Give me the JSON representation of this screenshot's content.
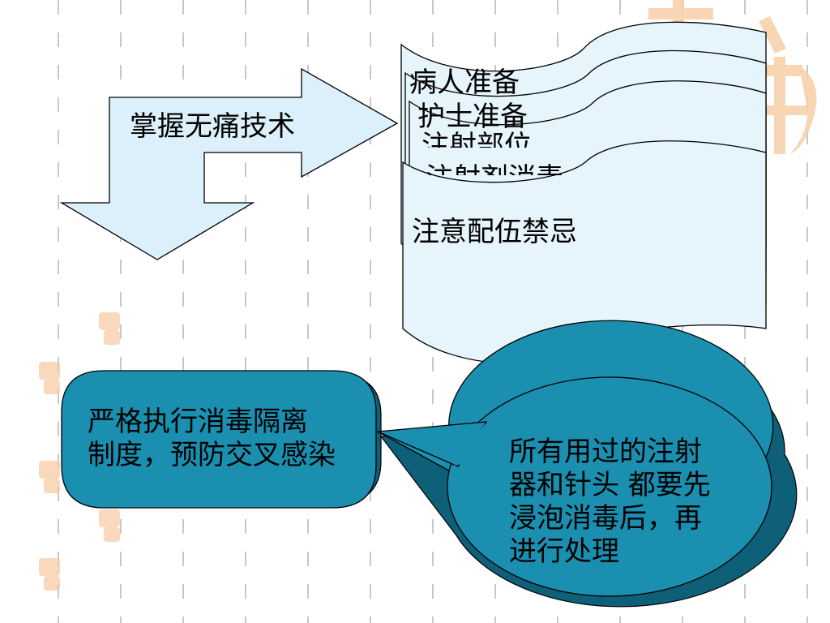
{
  "arrow_label": "掌握无痛技术",
  "scroll_items": [
    "病人准备",
    "护士准备",
    "注射部位",
    "注射剂消毒",
    "注意配伍禁忌"
  ],
  "bubble_left_line1": "严格执行消毒隔离",
  "bubble_left_line2": "制度，预防交叉感染",
  "bubble_right_lines": [
    "所有用过的注射",
    "器和针头 都要先",
    "浸泡消毒后，再",
    "进行处理"
  ],
  "colors": {
    "arrow_fill": "#dcf0fc",
    "scroll_fill": "#e6f4fc",
    "bubble_fill": "#1a8fb0",
    "bubble_shadow": "#0e5f78",
    "watermark": "#f6c8a0",
    "grid_dash": "#c8c8c8"
  }
}
